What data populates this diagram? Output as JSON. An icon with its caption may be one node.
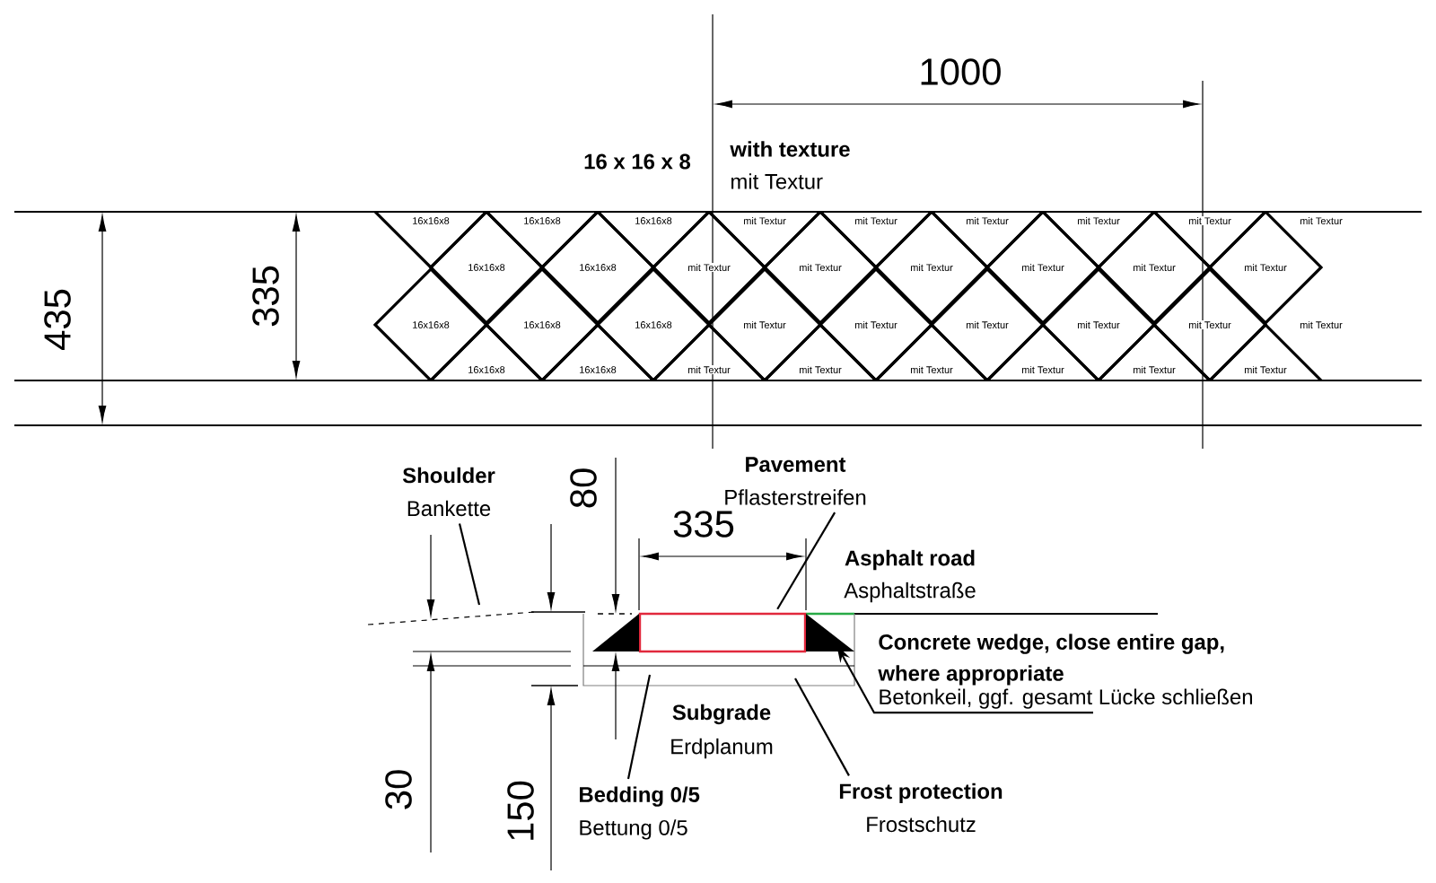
{
  "diagram": {
    "nodes": [
      {
        "text": [
          "Shoulder",
          "Bankette"
        ]
      },
      {
        "text": [
          "Pavement",
          "Pflasterstreifen"
        ]
      },
      {
        "text": [
          "Concrete wedge, close entire gap, where appropriate",
          "Betonkeil, ggf. gesamt Lücke schließen"
        ]
      },
      {
        "text": [
          "Bedding 0/5",
          "Bettung 0/5"
        ]
      },
      {
        "text": [
          "Frost protection",
          "Frostschutz"
        ]
      },
      {
        "text": [],
        "shape": "box"
      },
      {
        "text": [],
        "shape": "triangle"
      },
      {
        "text": [],
        "shape": "triangle"
      }
    ],
    "edges": [
      {
        "from": 0,
        "to": null,
        "arrow": "none"
      },
      {
        "from": 1,
        "to": 5,
        "arrow": "none"
      },
      {
        "from": 2,
        "to": 7,
        "arrow": "to"
      },
      {
        "from": 3,
        "to": null,
        "arrow": "none"
      },
      {
        "from": 4,
        "to": null,
        "arrow": "none"
      }
    ],
    "labels": [
      "1000",
      "16 x 16 x 8",
      "with texture",
      "mit Textur",
      "435",
      "335",
      "16x16x8",
      "16x16x8",
      "16x16x8",
      "mit Textur",
      "mit Textur",
      "mit Textur",
      "mit Textur",
      "mit Textur",
      "mit Textur",
      "16x16x8",
      "16x16x8",
      "mit Textur",
      "mit Textur",
      "mit Textur",
      "mit Textur",
      "mit Textur",
      "mit Textur",
      "16x16x8",
      "16x16x8",
      "16x16x8",
      "mit Textur",
      "mit Textur",
      "mit Textur",
      "mit Textur",
      "mit Textur",
      "mit Textur",
      "16x16x8",
      "16x16x8",
      "mit Textur",
      "mit Textur",
      "mit Textur",
      "mit Textur",
      "mit Textur",
      "mit Textur",
      "80",
      "335",
      "Asphalt road",
      "Asphaltstraße",
      "Subgrade",
      "Erdplanum",
      "30",
      "150"
    ]
  }
}
